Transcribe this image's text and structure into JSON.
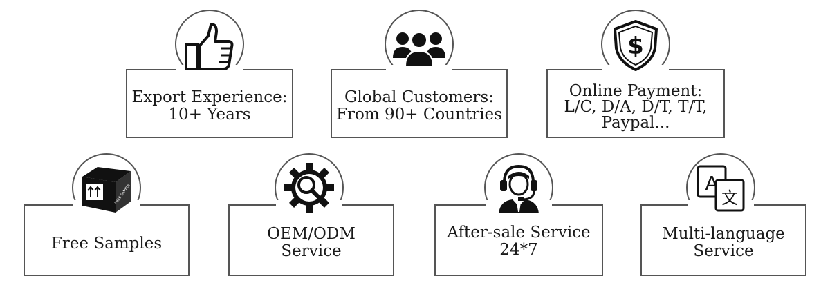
{
  "features": [
    {
      "id": "export",
      "icon": "thumbs-up-icon",
      "lines": [
        "Export Experience:",
        "10+ Years"
      ]
    },
    {
      "id": "customers",
      "icon": "people-group-icon",
      "lines": [
        "Global Customers:",
        "From 90+ Countries"
      ]
    },
    {
      "id": "payment",
      "icon": "shield-dollar-icon",
      "lines": [
        "Online Payment:",
        "L/C, D/A, D/T, T/T,",
        "Paypal..."
      ]
    },
    {
      "id": "samples",
      "icon": "box-icon",
      "lines": [
        "Free Samples"
      ],
      "box_label": "FREE SAMPLE"
    },
    {
      "id": "oem",
      "icon": "gear-search-icon",
      "lines": [
        "OEM/ODM",
        "Service"
      ]
    },
    {
      "id": "aftersale",
      "icon": "headset-agent-icon",
      "lines": [
        "After-sale Service",
        "24*7"
      ]
    },
    {
      "id": "language",
      "icon": "translate-icon",
      "lines": [
        "Multi-language",
        "Service"
      ],
      "glyphs": [
        "A",
        "文"
      ]
    }
  ]
}
